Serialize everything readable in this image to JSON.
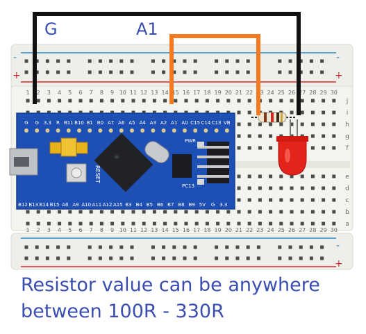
{
  "wire_labels": {
    "ground": "G",
    "signal": "A1"
  },
  "breadboard": {
    "top_rail_signs": [
      "-",
      "+"
    ],
    "bottom_rail_signs": [
      "-",
      "+"
    ],
    "column_numbers": [
      "1",
      "2",
      "3",
      "4",
      "5",
      "6",
      "7",
      "8",
      "9",
      "10",
      "11",
      "12",
      "13",
      "14",
      "15",
      "16",
      "17",
      "18",
      "19",
      "20",
      "21",
      "22",
      "23",
      "24",
      "25",
      "26",
      "27",
      "28",
      "29",
      "30"
    ],
    "row_letters_top": [
      "j",
      "i",
      "h",
      "g",
      "f"
    ],
    "row_letters_bottom": [
      "e",
      "d",
      "c",
      "b",
      "a"
    ]
  },
  "board": {
    "top_pins": [
      "G",
      "G",
      "3.3",
      "R",
      "B11",
      "B10",
      "B1",
      "B0",
      "A7",
      "A6",
      "A5",
      "A4",
      "A3",
      "A2",
      "A1",
      "A0",
      "C15",
      "C14",
      "C13",
      "VB"
    ],
    "bottom_pins": [
      "B12",
      "B13",
      "B14",
      "B15",
      "A8",
      "A9",
      "A10",
      "A11",
      "A12",
      "A15",
      "B3",
      "B4",
      "B5",
      "B6",
      "B7",
      "B8",
      "B9",
      "5V",
      "G",
      "3.3"
    ],
    "reset_label": "RESET",
    "pwr_label": "PWR",
    "pc13_label": "PC13"
  },
  "caption": {
    "line1": "Resistor value can be anywhere",
    "line2": "between 100R - 330R"
  },
  "colors": {
    "ground_wire": "#111111",
    "signal_wire": "#f47a20",
    "board": "#1d4fb5",
    "led": "#e3241b",
    "rail_red": "#d8262c",
    "rail_blue": "#2a86c9",
    "caption_text": "#3a4db0"
  },
  "icons": [
    "usb-connector-icon",
    "reset-button-icon",
    "mcu-chip-icon",
    "crystal-icon",
    "led-icon",
    "resistor-icon"
  ]
}
